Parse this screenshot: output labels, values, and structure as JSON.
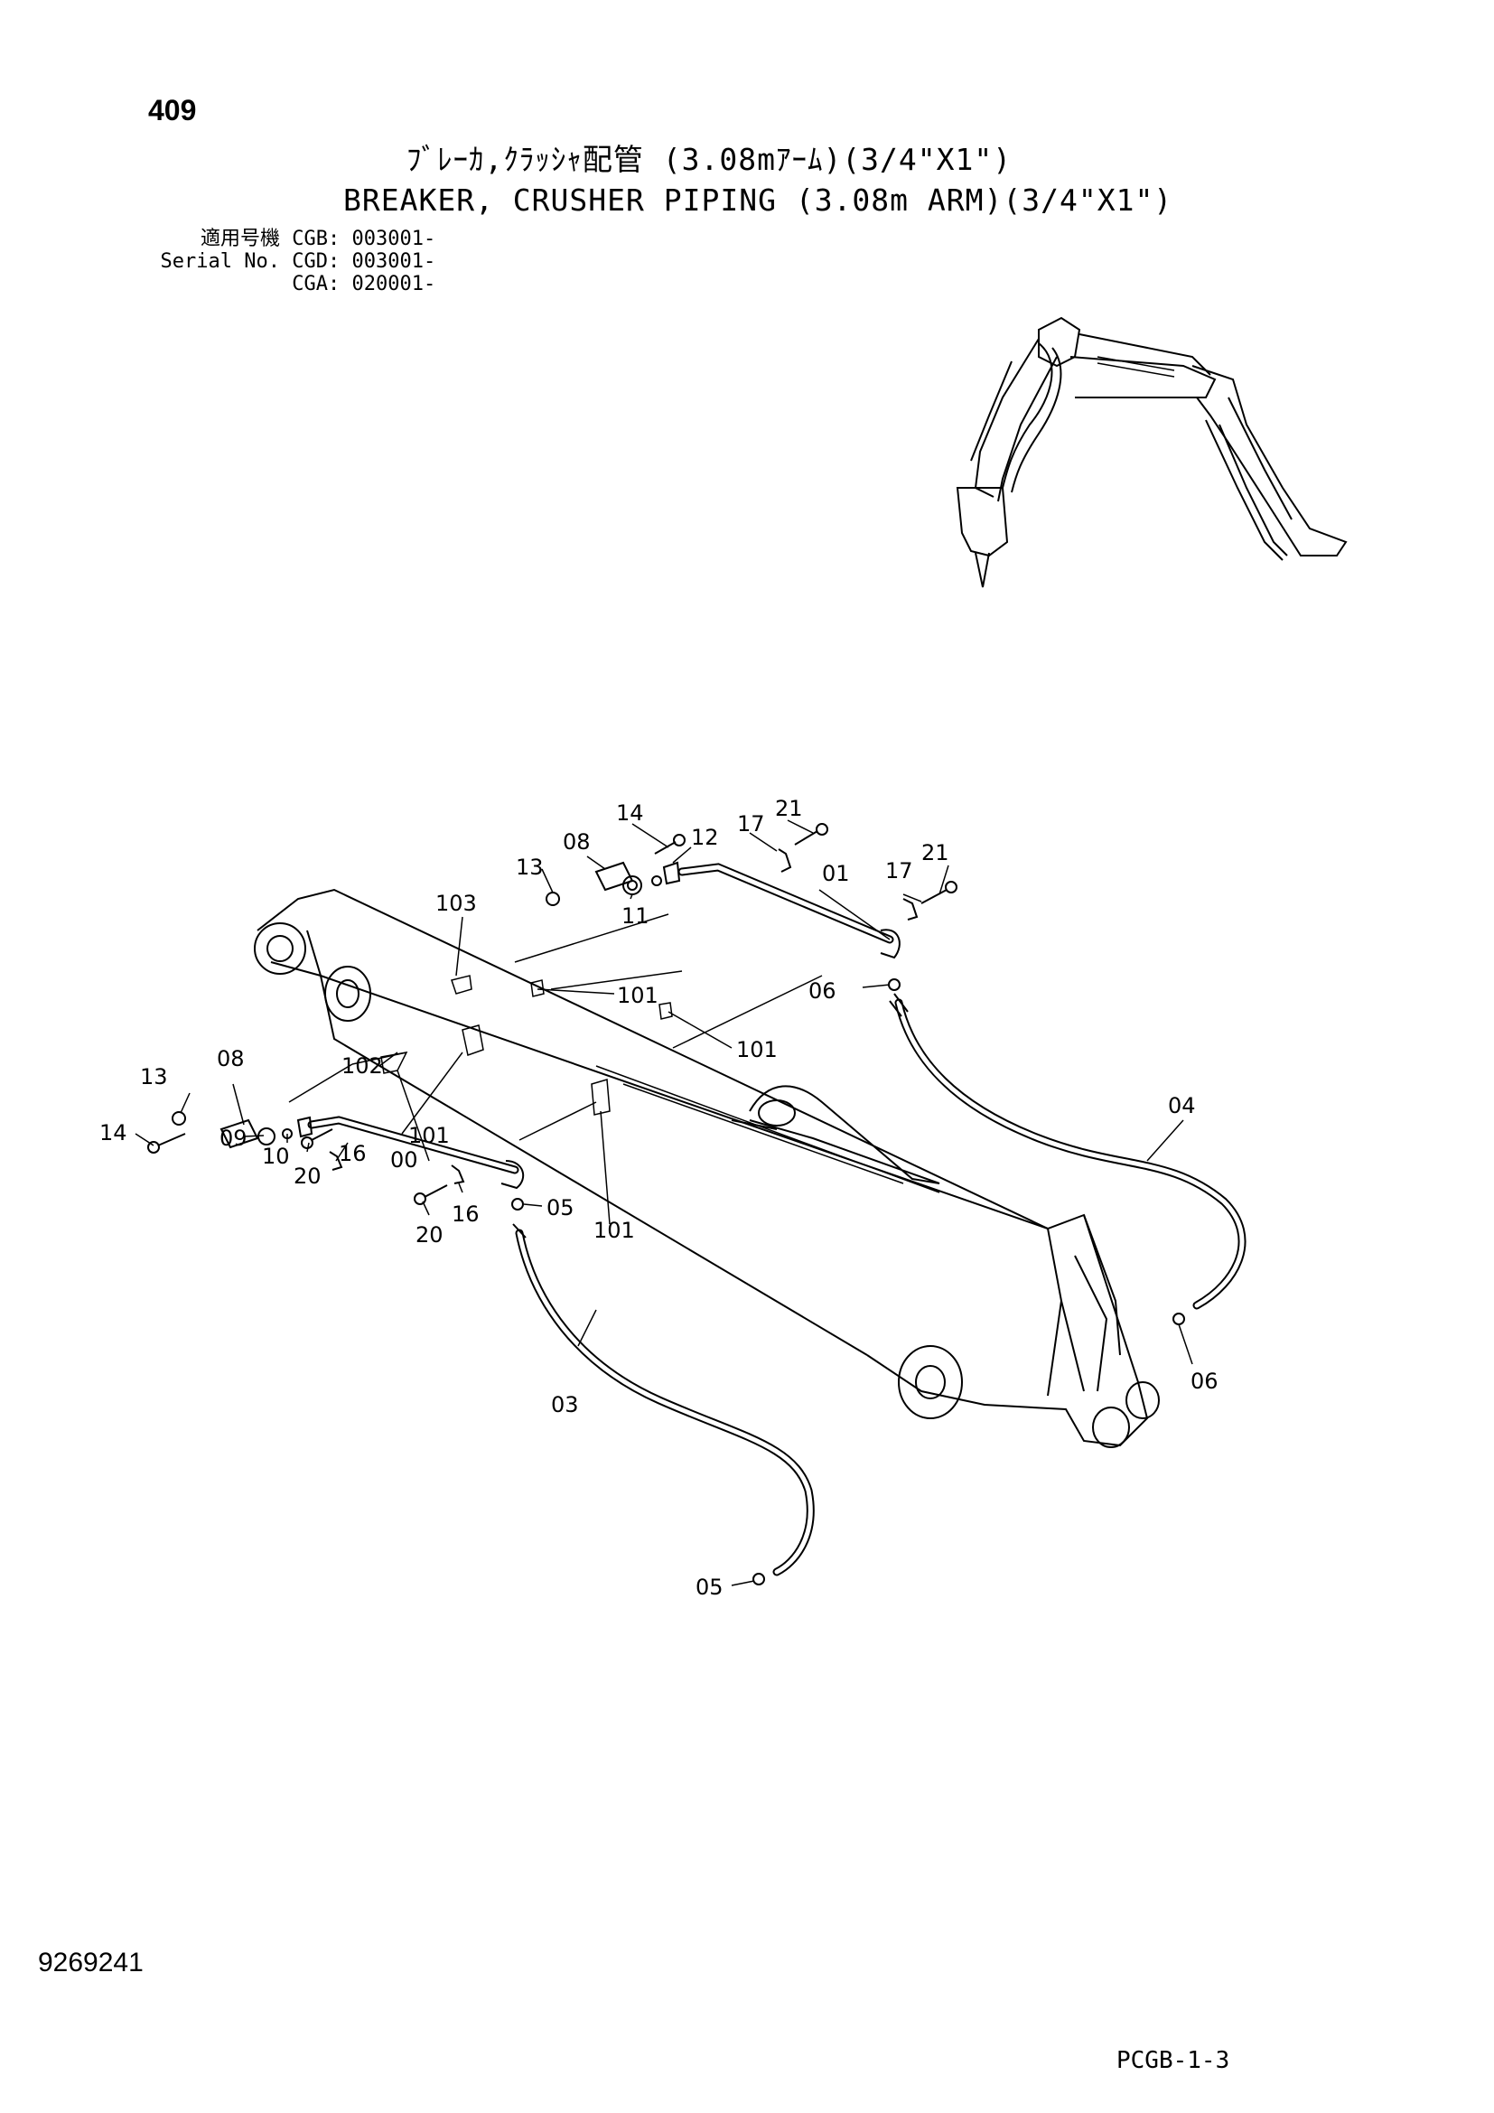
{
  "header": {
    "page_number": "409",
    "title_jp": "ﾌﾞﾚｰｶ,ｸﾗｯｼｬ配管 (3.08mｱｰﾑ)(3/4\"X1\")",
    "title_en": "BREAKER, CRUSHER PIPING (3.08m ARM)(3/4\"X1\")",
    "serial_rows": [
      {
        "label": "適用号機",
        "model": "CGB:",
        "serial": "003001-"
      },
      {
        "label": "Serial No.",
        "model": "CGD:",
        "serial": "003001-"
      },
      {
        "label": "",
        "model": "CGA:",
        "serial": "020001-"
      }
    ]
  },
  "callouts": {
    "c14a": "14",
    "c21a": "21",
    "c17a": "17",
    "c12": "12",
    "c08a": "08",
    "c13a": "13",
    "c103": "103",
    "c11": "11",
    "c01": "01",
    "c17b": "17",
    "c21b": "21",
    "c101a": "101",
    "c06a": "06",
    "c101b": "101",
    "c102": "102",
    "c08b": "08",
    "c13b": "13",
    "c14b": "14",
    "c09": "09",
    "c10": "10",
    "c20a": "20",
    "c16a": "16",
    "c00": "00",
    "c101c": "101",
    "c04": "04",
    "c05a": "05",
    "c16b": "16",
    "c20b": "20",
    "c101d": "101",
    "c03": "03",
    "c06b": "06",
    "c05b": "05"
  },
  "footer": {
    "doc_code": "9269241",
    "page_code": "PCGB-1-3"
  }
}
